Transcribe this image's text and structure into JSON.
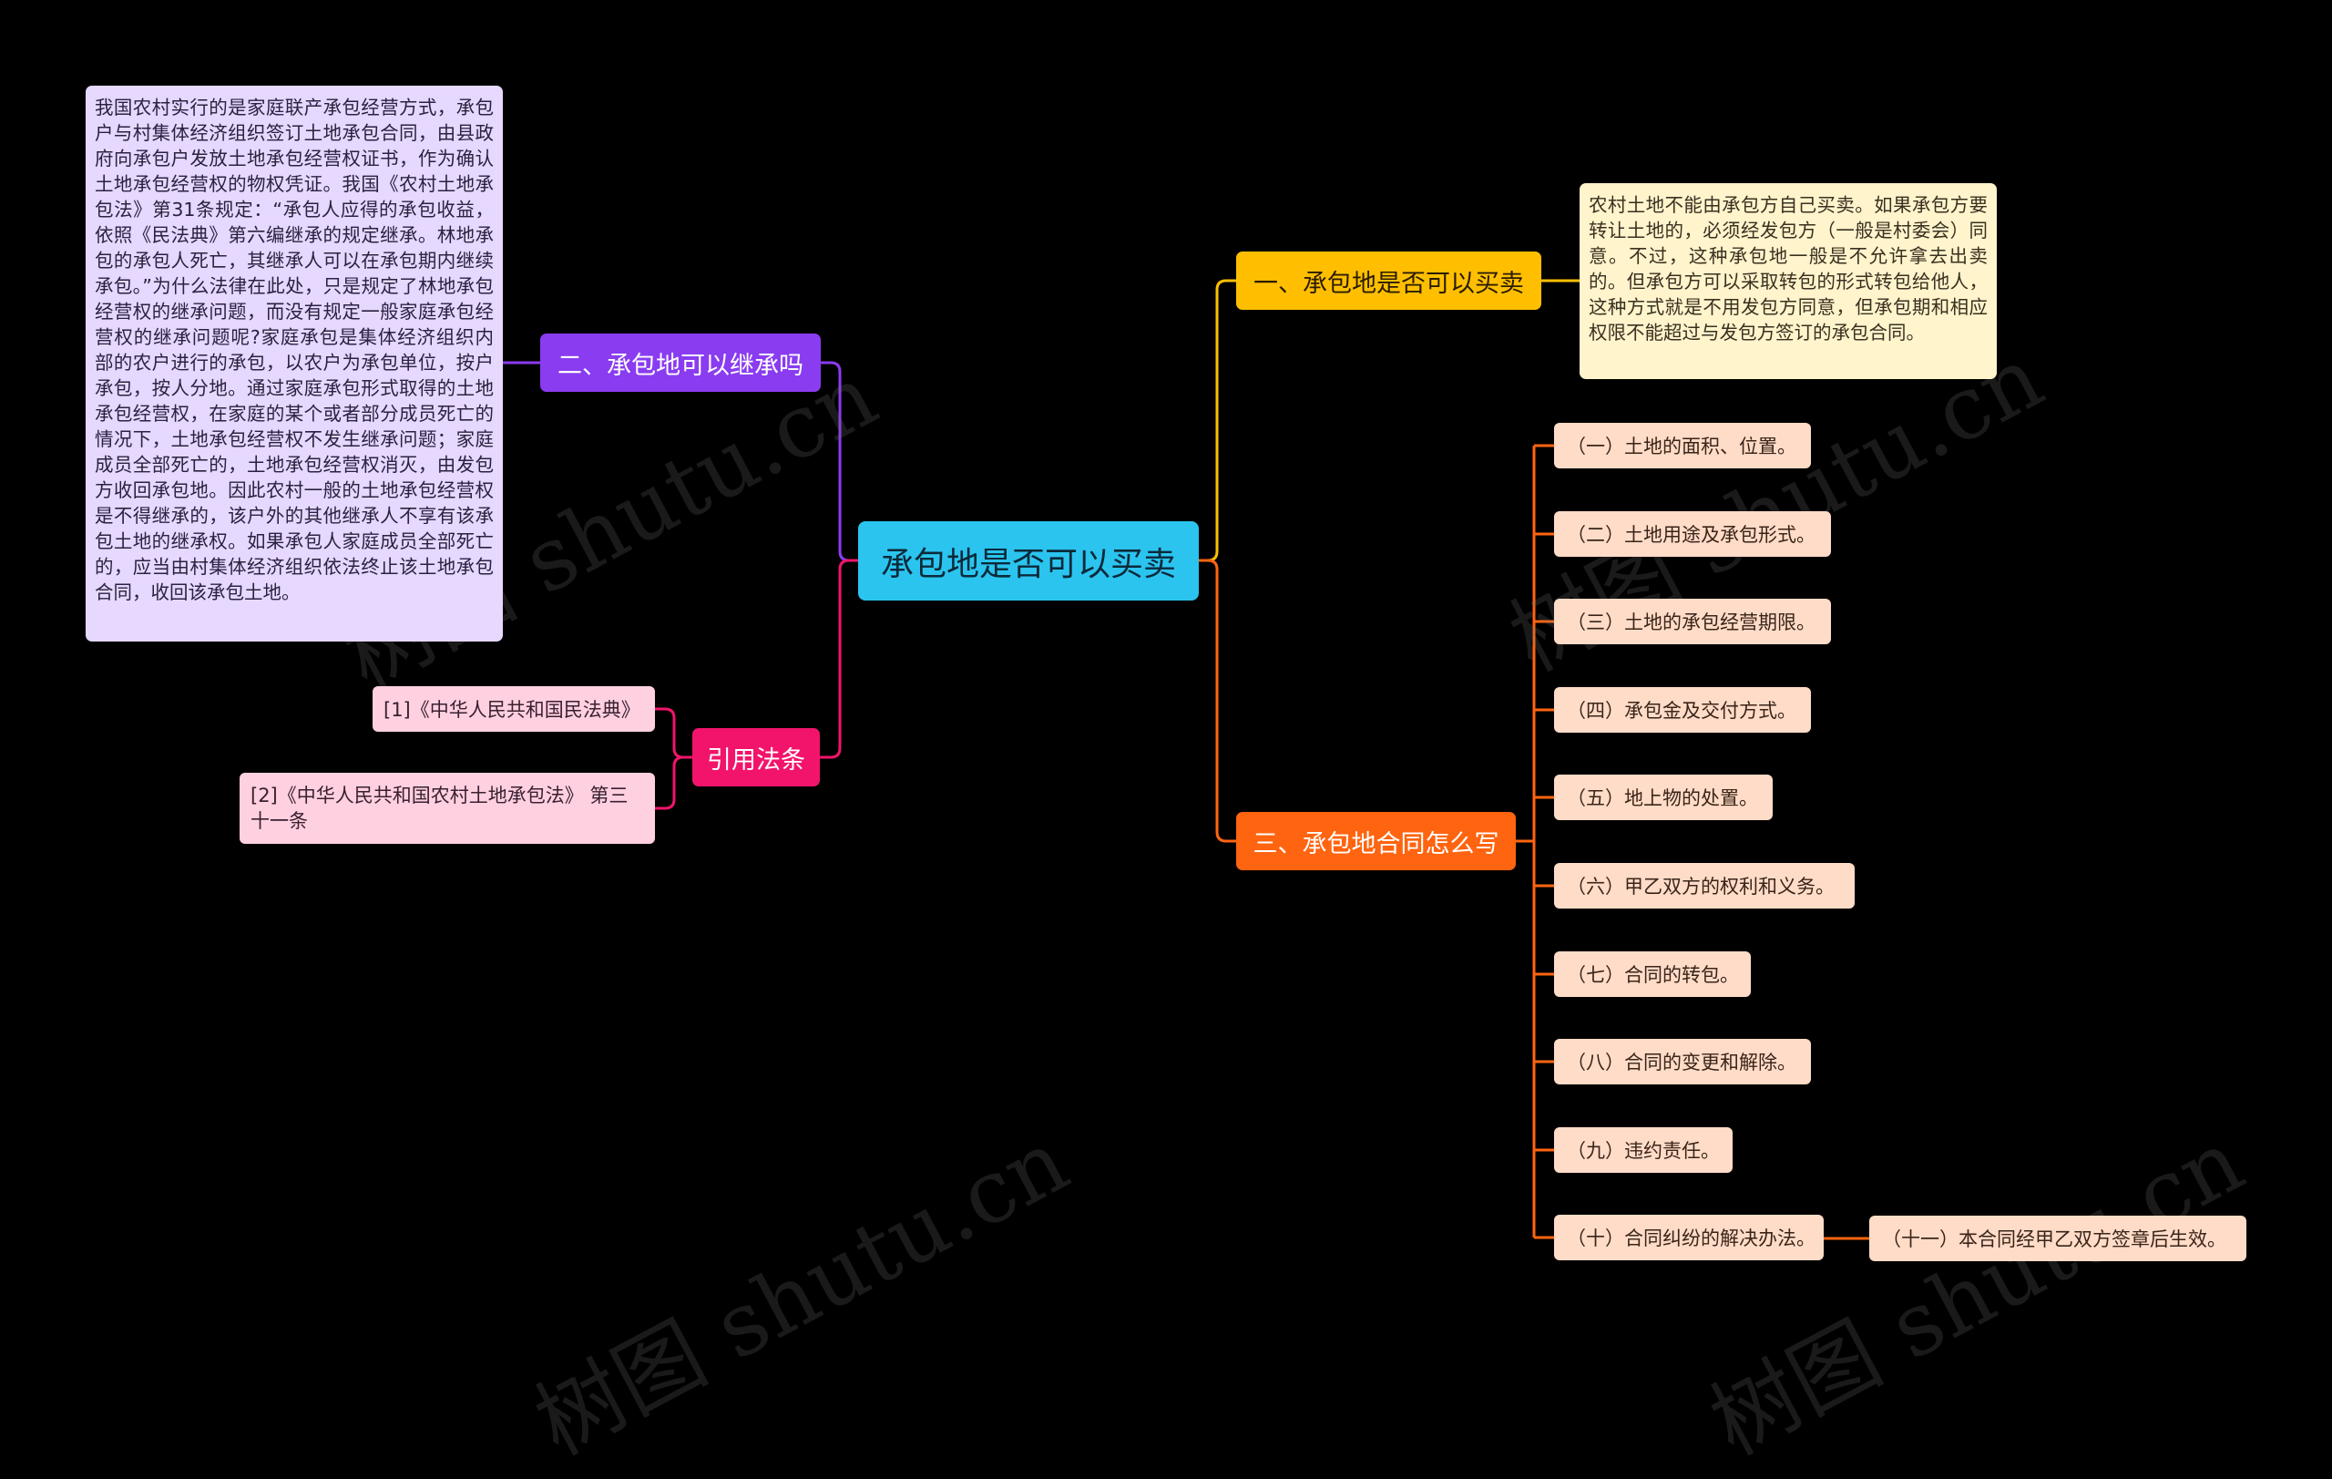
{
  "root": {
    "label": "承包地是否可以买卖"
  },
  "branches": {
    "b1": {
      "label": "一、承包地是否可以买卖"
    },
    "b2": {
      "label": "二、承包地可以继承吗"
    },
    "b3": {
      "label": "引用法条"
    },
    "b4": {
      "label": "三、承包地合同怎么写"
    }
  },
  "texts": {
    "t1": "农村土地不能由承包方自己买卖。如果承包方要转让土地的，必须经发包方（一般是村委会）同意。不过，这种承包地一般是不允许拿去出卖的。但承包方可以采取转包的形式转包给他人，这种方式就是不用发包方同意，但承包期和相应权限不能超过与发包方签订的承包合同。",
    "t2": "我国农村实行的是家庭联产承包经营方式，承包户与村集体经济组织签订土地承包合同，由县政府向承包户发放土地承包经营权证书，作为确认土地承包经营权的物权凭证。我国《农村土地承包法》第31条规定：“承包人应得的承包收益，依照《民法典》第六编继承的规定继承。林地承包的承包人死亡，其继承人可以在承包期内继续承包。”为什么法律在此处，只是规定了林地承包经营权的继承问题，而没有规定一般家庭承包经营权的继承问题呢?家庭承包是集体经济组织内部的农户进行的承包，以农户为承包单位，按户承包，按人分地。通过家庭承包形式取得的土地承包经营权，在家庭的某个或者部分成员死亡的情况下，土地承包经营权不发生继承问题；家庭成员全部死亡的，土地承包经营权消灭，由发包方收回承包地。因此农村一般的土地承包经营权是不得继承的，该户外的其他继承人不享有该承包土地的继承权。如果承包人家庭成员全部死亡的，应当由村集体经济组织依法终止该土地承包合同，收回该承包土地。"
  },
  "refs": [
    "[1]《中华人民共和国民法典》",
    "[2]《中华人民共和国农村土地承包法》 第三十一条"
  ],
  "leaves": [
    "（一）土地的面积、位置。",
    "（二）土地用途及承包形式。",
    "（三）土地的承包经营期限。",
    "（四）承包金及交付方式。",
    "（五）地上物的处置。",
    "（六）甲乙双方的权利和义务。",
    "（七）合同的转包。",
    "（八）合同的变更和解除。",
    "（九）违约责任。",
    "（十）合同纠纷的解决办法。"
  ],
  "sub_leaf": "（十一）本合同经甲乙双方签章后生效。",
  "watermarks": [
    "树图 shutu.cn",
    "树图 shutu.cn",
    "树图 shutu.cn",
    "树图 shutu.cn"
  ],
  "colors": {
    "root": "#2bc4ef",
    "b1": "#ffbf00",
    "b2": "#8a3cf0",
    "b3": "#f2146b",
    "b4": "#ff6410"
  }
}
